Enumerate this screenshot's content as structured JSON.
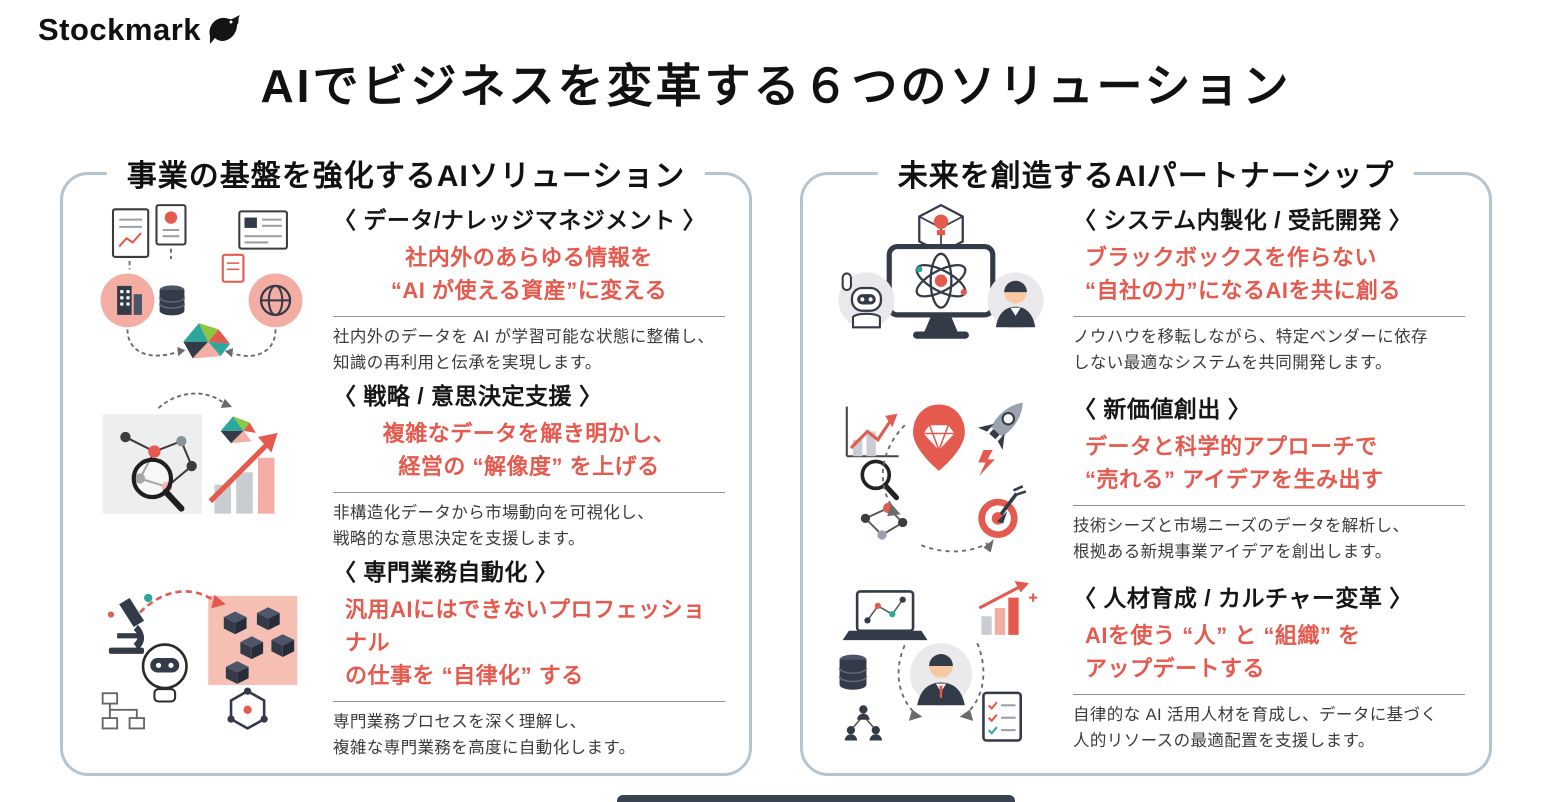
{
  "brand": {
    "logo_text": "Stockmark",
    "logo_icon": "stockmark-bird-icon"
  },
  "page_title": "AIでビジネスを変革する６つのソリューション",
  "colors": {
    "accent_red": "#E45A4E",
    "panel_border": "#B7C4CE",
    "navy": "#333B48",
    "pink_circle": "#F3ADA2",
    "teal": "#2BA79E",
    "green": "#8DC63F"
  },
  "panels": [
    {
      "heading": "事業の基盤を強化するAIソリューション",
      "items": [
        {
          "icon": "documents-globe-brain-icon",
          "title": "〈 データ/ナレッジマネジメント 〉",
          "subtitle_line1": "社内外のあらゆる情報を",
          "subtitle_line2": "“AI が使える資産”に変える",
          "desc_line1": "社内外のデータを AI が学習可能な状態に整備し、",
          "desc_line2": "知識の再利用と伝承を実現します。"
        },
        {
          "icon": "network-search-growth-chart-icon",
          "title": "〈 戦略 / 意思決定支援 〉",
          "subtitle_line1": "複雑なデータを解き明かし、",
          "subtitle_line2": "経営の “解像度” を上げる",
          "desc_line1": "非構造化データから市場動向を可視化し、",
          "desc_line2": "戦略的な意思決定を支援します。"
        },
        {
          "icon": "robot-microscope-cubes-icon",
          "title": "〈 専門業務自動化 〉",
          "subtitle_line1": "汎用AIにはできないプロフェッショナル",
          "subtitle_line2": "の仕事を “自律化” する",
          "desc_line1": "専門業務プロセスを深く理解し、",
          "desc_line2": "複雑な専門業務を高度に自動化します。"
        }
      ]
    },
    {
      "heading": "未来を創造するAIパートナーシップ",
      "items": [
        {
          "icon": "monitor-atom-collaboration-icon",
          "title": "〈 システム内製化 / 受託開発 〉",
          "subtitle_line1": "ブラックボックスを作らない",
          "subtitle_line2": "“自社の力”になるAIを共に創る",
          "desc_line1": "ノウハウを移転しながら、特定ベンダーに依存",
          "desc_line2": "しない最適なシステムを共同開発します。"
        },
        {
          "icon": "rocket-target-diamond-icon",
          "title": "〈 新価値創出 〉",
          "subtitle_line1": "データと科学的アプローチで",
          "subtitle_line2": "“売れる” アイデアを生み出す",
          "desc_line1": "技術シーズと市場ニーズのデータを解析し、",
          "desc_line2": "根拠ある新規事業アイデアを創出します。"
        },
        {
          "icon": "talent-development-icon",
          "title": "〈 人材育成 / カルチャー変革 〉",
          "subtitle_line1": "AIを使う “人” と “組織” を",
          "subtitle_line2": "アップデートする",
          "desc_line1": "自律的な AI 活用人材を育成し、データに基づく",
          "desc_line2": "人的リソースの最適配置を支援します。"
        }
      ]
    }
  ]
}
